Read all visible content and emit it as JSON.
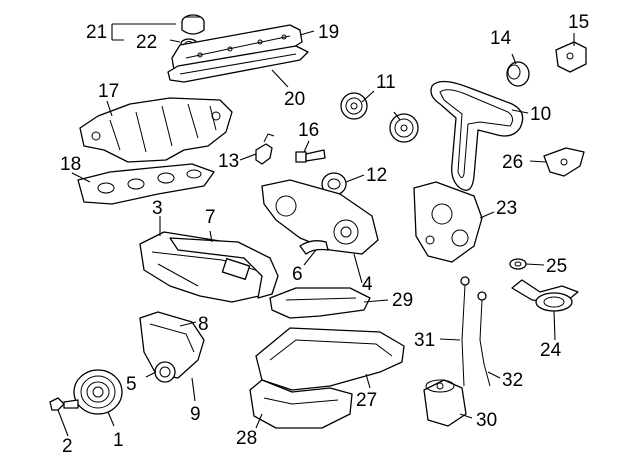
{
  "diagram": {
    "callouts": [
      {
        "id": "c1",
        "label": "1"
      },
      {
        "id": "c2",
        "label": "2"
      },
      {
        "id": "c3",
        "label": "3"
      },
      {
        "id": "c4",
        "label": "4"
      },
      {
        "id": "c5",
        "label": "5"
      },
      {
        "id": "c6",
        "label": "6"
      },
      {
        "id": "c7",
        "label": "7"
      },
      {
        "id": "c8",
        "label": "8"
      },
      {
        "id": "c9",
        "label": "9"
      },
      {
        "id": "c10",
        "label": "10"
      },
      {
        "id": "c11",
        "label": "11"
      },
      {
        "id": "c12",
        "label": "12"
      },
      {
        "id": "c13",
        "label": "13"
      },
      {
        "id": "c14",
        "label": "14"
      },
      {
        "id": "c15",
        "label": "15"
      },
      {
        "id": "c16",
        "label": "16"
      },
      {
        "id": "c17",
        "label": "17"
      },
      {
        "id": "c18",
        "label": "18"
      },
      {
        "id": "c19",
        "label": "19"
      },
      {
        "id": "c20",
        "label": "20"
      },
      {
        "id": "c21",
        "label": "21"
      },
      {
        "id": "c22",
        "label": "22"
      },
      {
        "id": "c23",
        "label": "23"
      },
      {
        "id": "c24",
        "label": "24"
      },
      {
        "id": "c25",
        "label": "25"
      },
      {
        "id": "c26",
        "label": "26"
      },
      {
        "id": "c27",
        "label": "27"
      },
      {
        "id": "c28",
        "label": "28"
      },
      {
        "id": "c29",
        "label": "29"
      },
      {
        "id": "c30",
        "label": "30"
      },
      {
        "id": "c31",
        "label": "31"
      },
      {
        "id": "c32",
        "label": "32"
      }
    ]
  }
}
